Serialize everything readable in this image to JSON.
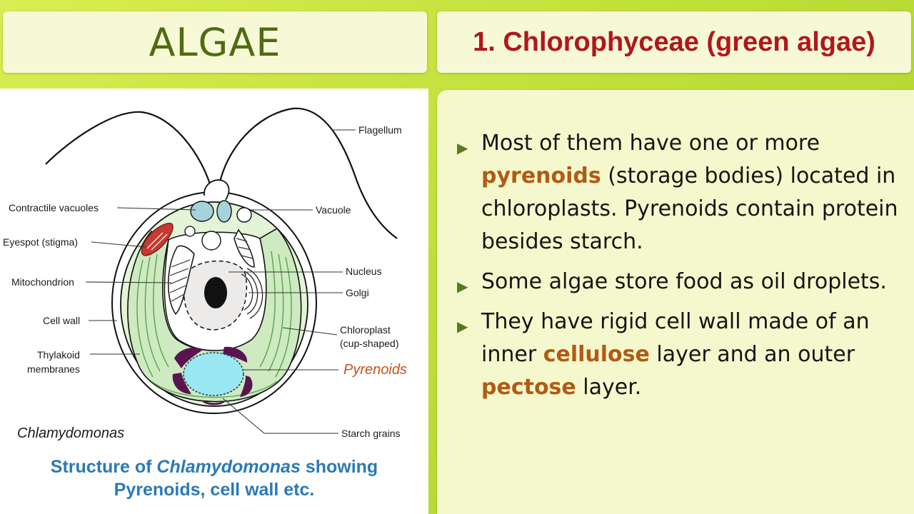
{
  "header": {
    "left_title": "ALGAE",
    "right_title": "1. Chlorophyceae (green algae)"
  },
  "diagram": {
    "labels": {
      "flagellum": "Flagellum",
      "contractile_vacuoles": "Contractile vacuoles",
      "vacuole": "Vacuole",
      "eyespot": "Eyespot (stigma)",
      "nucleus": "Nucleus",
      "mitochondrion": "Mitochondrion",
      "golgi": "Golgi",
      "cell_wall": "Cell wall",
      "chloroplast_1": "Chloroplast",
      "chloroplast_2": "(cup-shaped)",
      "thylakoid_1": "Thylakoid",
      "thylakoid_2": "membranes",
      "pyrenoids": "Pyrenoids",
      "organism": "Chlamydomonas",
      "starch_grains": "Starch grains"
    },
    "caption": {
      "part1": "Structure of ",
      "italic": "Chlamydomonas",
      "part2": " showing",
      "line2": "Pyrenoids, cell wall etc."
    },
    "colors": {
      "cytoplasm": "#e3f4d7",
      "chloroplast_lines": "#5aa24d",
      "pyrenoid": "#9be8f5",
      "starch": "#5a1450",
      "eyespot": "#c83a32",
      "vacuole": "#a6d2dc",
      "pyrenoid_label": "#c0541a"
    }
  },
  "content": {
    "bullets": [
      {
        "lines": [
          [
            "Most of them have one or more"
          ],
          [
            "@pyrenoids",
            " (storage bodies) located in"
          ],
          [
            "chloroplasts. Pyrenoids contain protein"
          ],
          [
            "besides starch."
          ]
        ]
      },
      {
        "lines": [
          [
            "Some algae store food as oil droplets."
          ]
        ]
      },
      {
        "lines": [
          [
            "They have rigid cell wall made of an"
          ],
          [
            "inner ",
            "@cellulose",
            " layer and an outer"
          ],
          [
            "@pectose",
            " layer."
          ]
        ]
      }
    ],
    "highlight_color": "#b25a14"
  }
}
